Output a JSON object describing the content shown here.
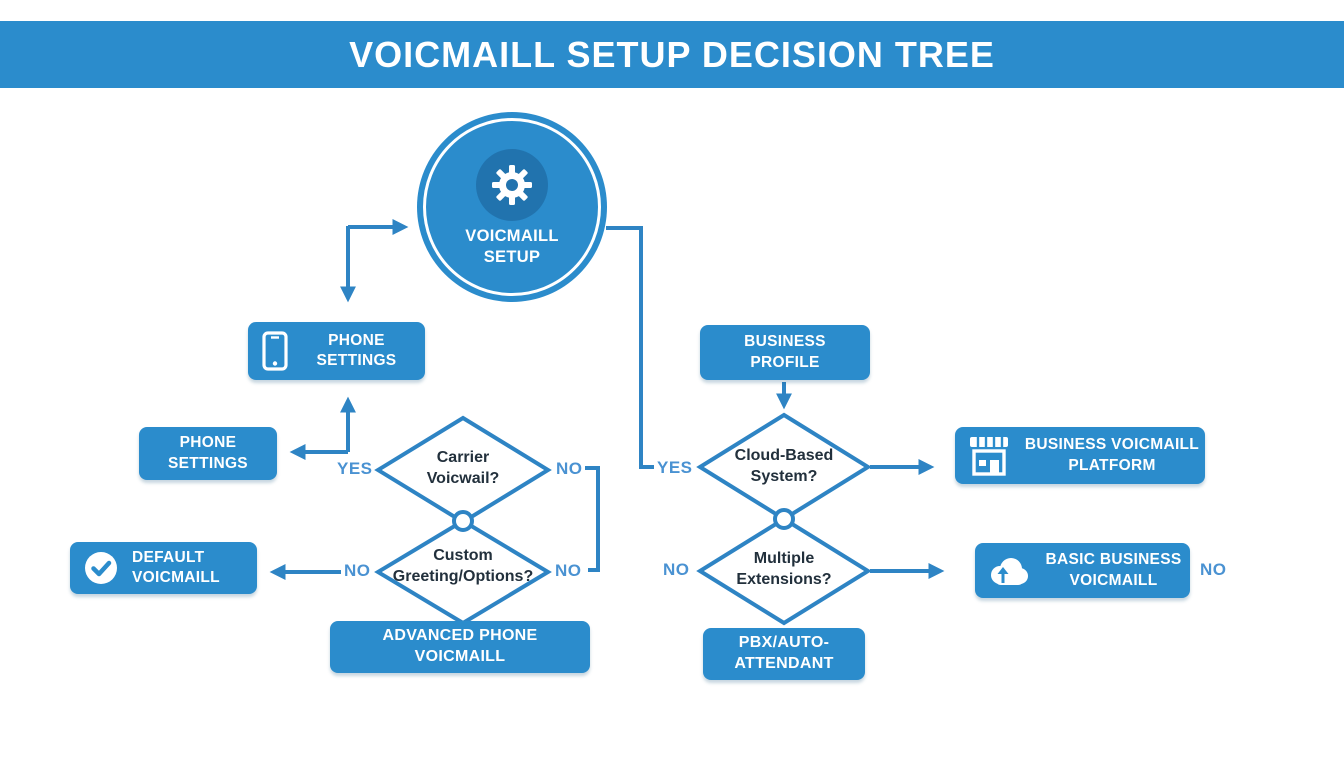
{
  "header": {
    "title": "VOICMAILL SETUP DECISION TREE"
  },
  "colors": {
    "primary_blue": "#2b8ccc",
    "dark_blue": "#2173ae",
    "line_blue": "#2e84c4",
    "label_blue": "#4a92d2",
    "diamond_text": "#22303c",
    "background": "#ffffff"
  },
  "root": {
    "label": "VOICMAILL\nSETUP",
    "icon": "gear-icon"
  },
  "boxes": {
    "phone_settings_top": {
      "label": "PHONE\nSETTINGS",
      "icon": "smartphone-icon"
    },
    "business_profile": {
      "label": "BUSINESS\nPROFILE"
    },
    "phone_settings_left": {
      "label": "PHONE\nSETTINGS"
    },
    "default_voicmaill": {
      "label": "DEFAULT\nVOICMAILL",
      "icon": "check-circle-icon"
    },
    "advanced_phone_voicmaill": {
      "label": "ADVANCED PHONE\nVOICMAILL"
    },
    "pbx_auto_attendant": {
      "label": "PBX/AUTO-\nATTENDANT"
    },
    "business_voicmaill_platform": {
      "label": "BUSINESS VOICMAILL\nPLATFORM",
      "icon": "storefront-icon"
    },
    "basic_business_voicmaill": {
      "label": "BASIC BUSINESS\nVOICMAILL",
      "icon": "cloud-upload-icon"
    }
  },
  "decisions": {
    "carrier": {
      "label": "Carrier\nVoicwail?"
    },
    "custom": {
      "label": "Custom\nGreeting/Options?"
    },
    "cloud": {
      "label": "Cloud-Based\nSystem?"
    },
    "extensions": {
      "label": "Multiple\nExtensions?"
    }
  },
  "edge_labels": {
    "carrier_yes": "YES",
    "carrier_no": "NO",
    "custom_no_left": "NO",
    "custom_no_right": "NO",
    "cloud_yes": "YES",
    "extensions_no_left": "NO",
    "extensions_no_right": "NO"
  }
}
